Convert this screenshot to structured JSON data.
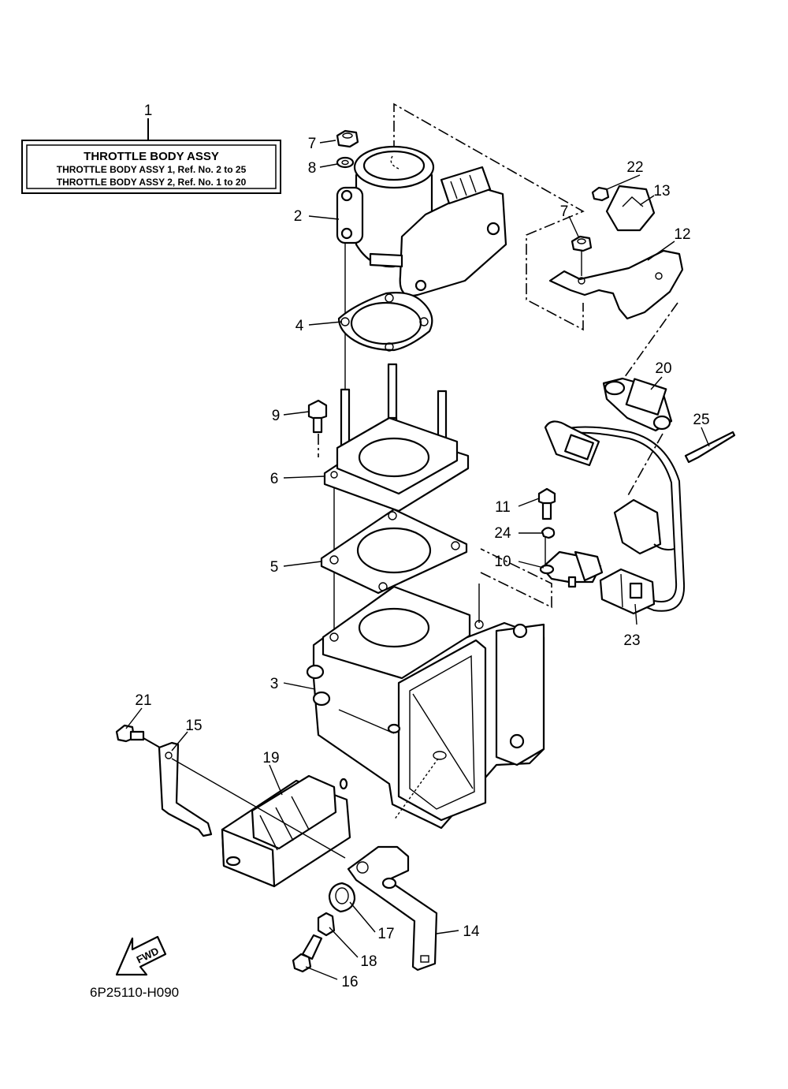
{
  "assy_box": {
    "title": "THROTTLE BODY ASSY",
    "line1": "THROTTLE BODY ASSY 1,  Ref. No. 2 to 25",
    "line2": "THROTTLE BODY ASSY 2,  Ref. No. 1 to 20"
  },
  "callouts": {
    "c1": "1",
    "c2": "2",
    "c3": "3",
    "c4": "4",
    "c5": "5",
    "c6": "6",
    "c7a": "7",
    "c7b": "7",
    "c8": "8",
    "c9": "9",
    "c10": "10",
    "c11": "11",
    "c12": "12",
    "c13": "13",
    "c14": "14",
    "c15": "15",
    "c16": "16",
    "c17": "17",
    "c18": "18",
    "c19": "19",
    "c20": "20",
    "c21": "21",
    "c22": "22",
    "c23": "23",
    "c24": "24",
    "c25": "25"
  },
  "fwd_label": "FWD",
  "diagram_code": "6P25110-H090"
}
